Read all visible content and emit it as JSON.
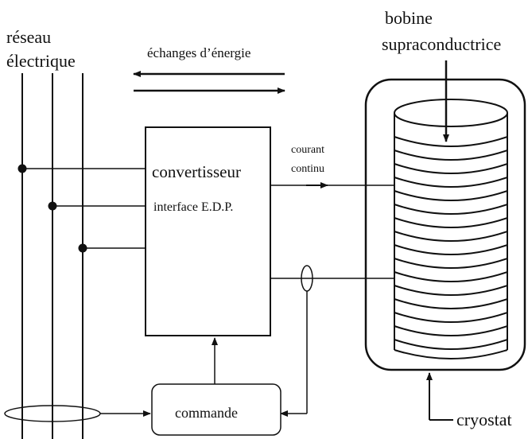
{
  "labels": {
    "network_line1": "réseau",
    "network_line2": "électrique",
    "energy_exchange": "échanges d’énergie",
    "coil_line1": "bobine",
    "coil_line2": "supraconductrice",
    "converter_title": "convertisseur",
    "converter_sub": "interface E.D.P.",
    "current_line1": "courant",
    "current_line2": "continu",
    "control": "commande",
    "cryostat": "cryostat"
  },
  "colors": {
    "stroke": "#111111",
    "background": "#ffffff"
  }
}
